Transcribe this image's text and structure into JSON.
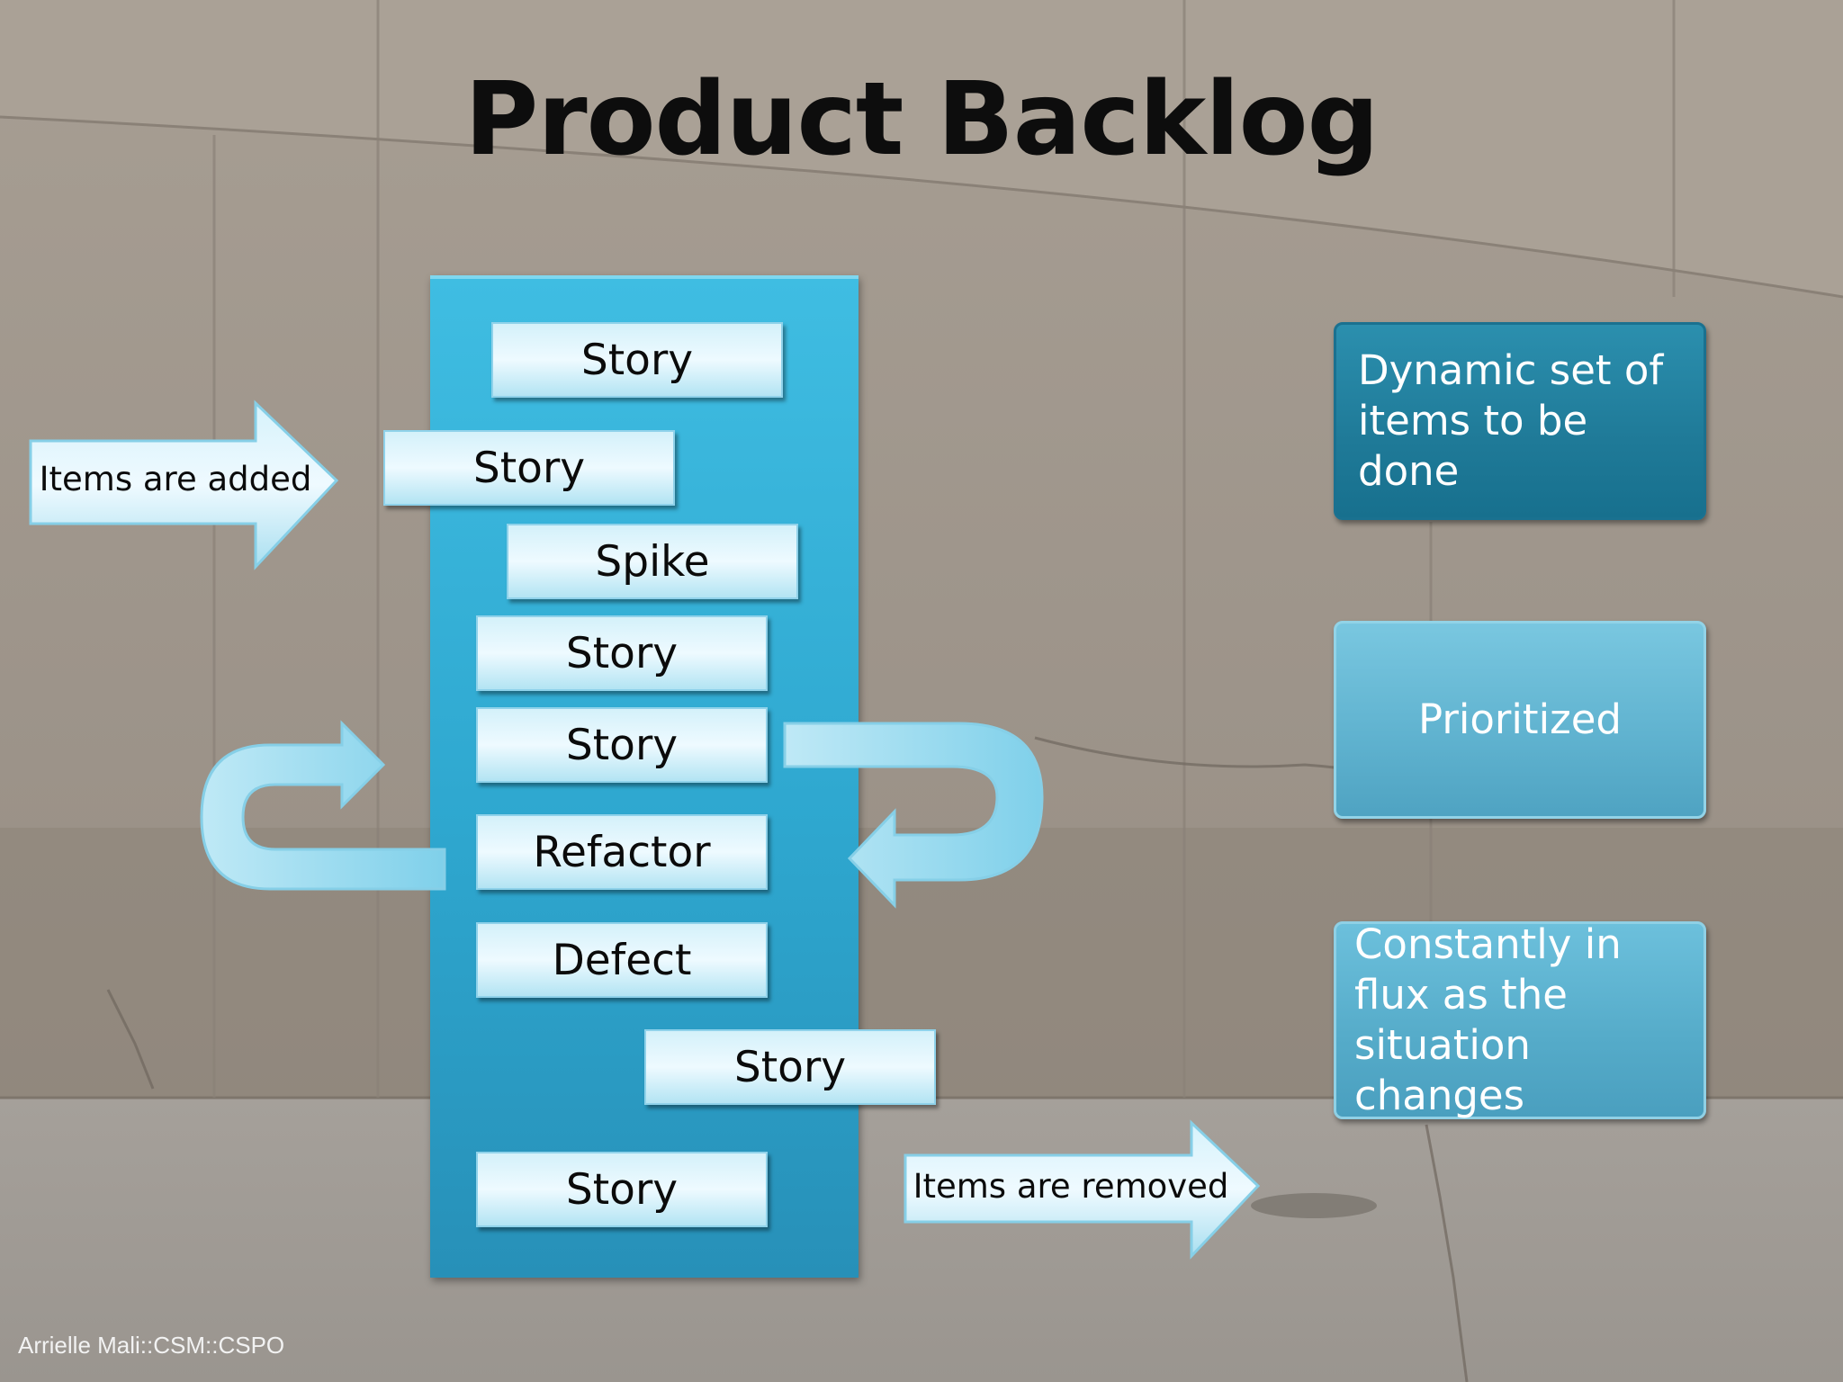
{
  "slide": {
    "title": "Product Backlog",
    "credit": "Arrielle Mali::CSM::CSPO"
  },
  "backlog": {
    "items": [
      {
        "label": "Story"
      },
      {
        "label": "Story"
      },
      {
        "label": "Spike"
      },
      {
        "label": "Story"
      },
      {
        "label": "Story"
      },
      {
        "label": "Refactor"
      },
      {
        "label": "Defect"
      },
      {
        "label": "Story"
      },
      {
        "label": "Story"
      }
    ]
  },
  "arrows": {
    "added": "Items are added",
    "removed": "Items are removed"
  },
  "info_boxes": [
    {
      "text": "Dynamic set of items to be done"
    },
    {
      "text": "Prioritized"
    },
    {
      "text": "Constantly in flux as the situation changes"
    }
  ],
  "colors": {
    "column": "#33acd4",
    "item_light": "#e6f8fd",
    "info_dark": "#1f7a98",
    "info_light": "#5fb2cf"
  }
}
